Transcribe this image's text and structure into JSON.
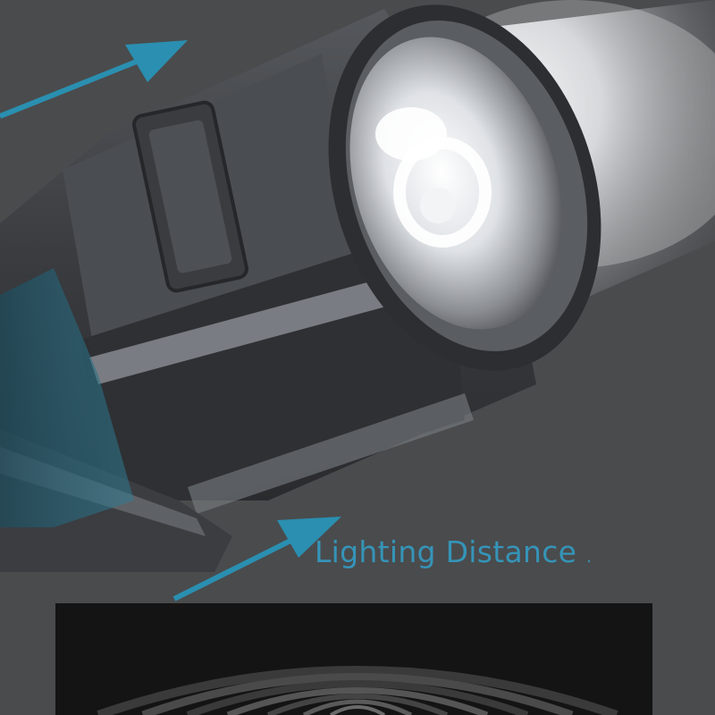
{
  "caption": {
    "text": "Lighting Distance",
    "trailing_mark": "."
  },
  "colors": {
    "background": "#4a4b4d",
    "accent": "#2a8fb0",
    "caption_text": "#3594b8",
    "beam": "#f4f6f8",
    "body_metal": "#3a3c40",
    "tunnel_frame": "#141414"
  },
  "icons": [
    "arrow-right-icon",
    "flashlight-icon",
    "light-beam",
    "tunnel-graphic"
  ]
}
